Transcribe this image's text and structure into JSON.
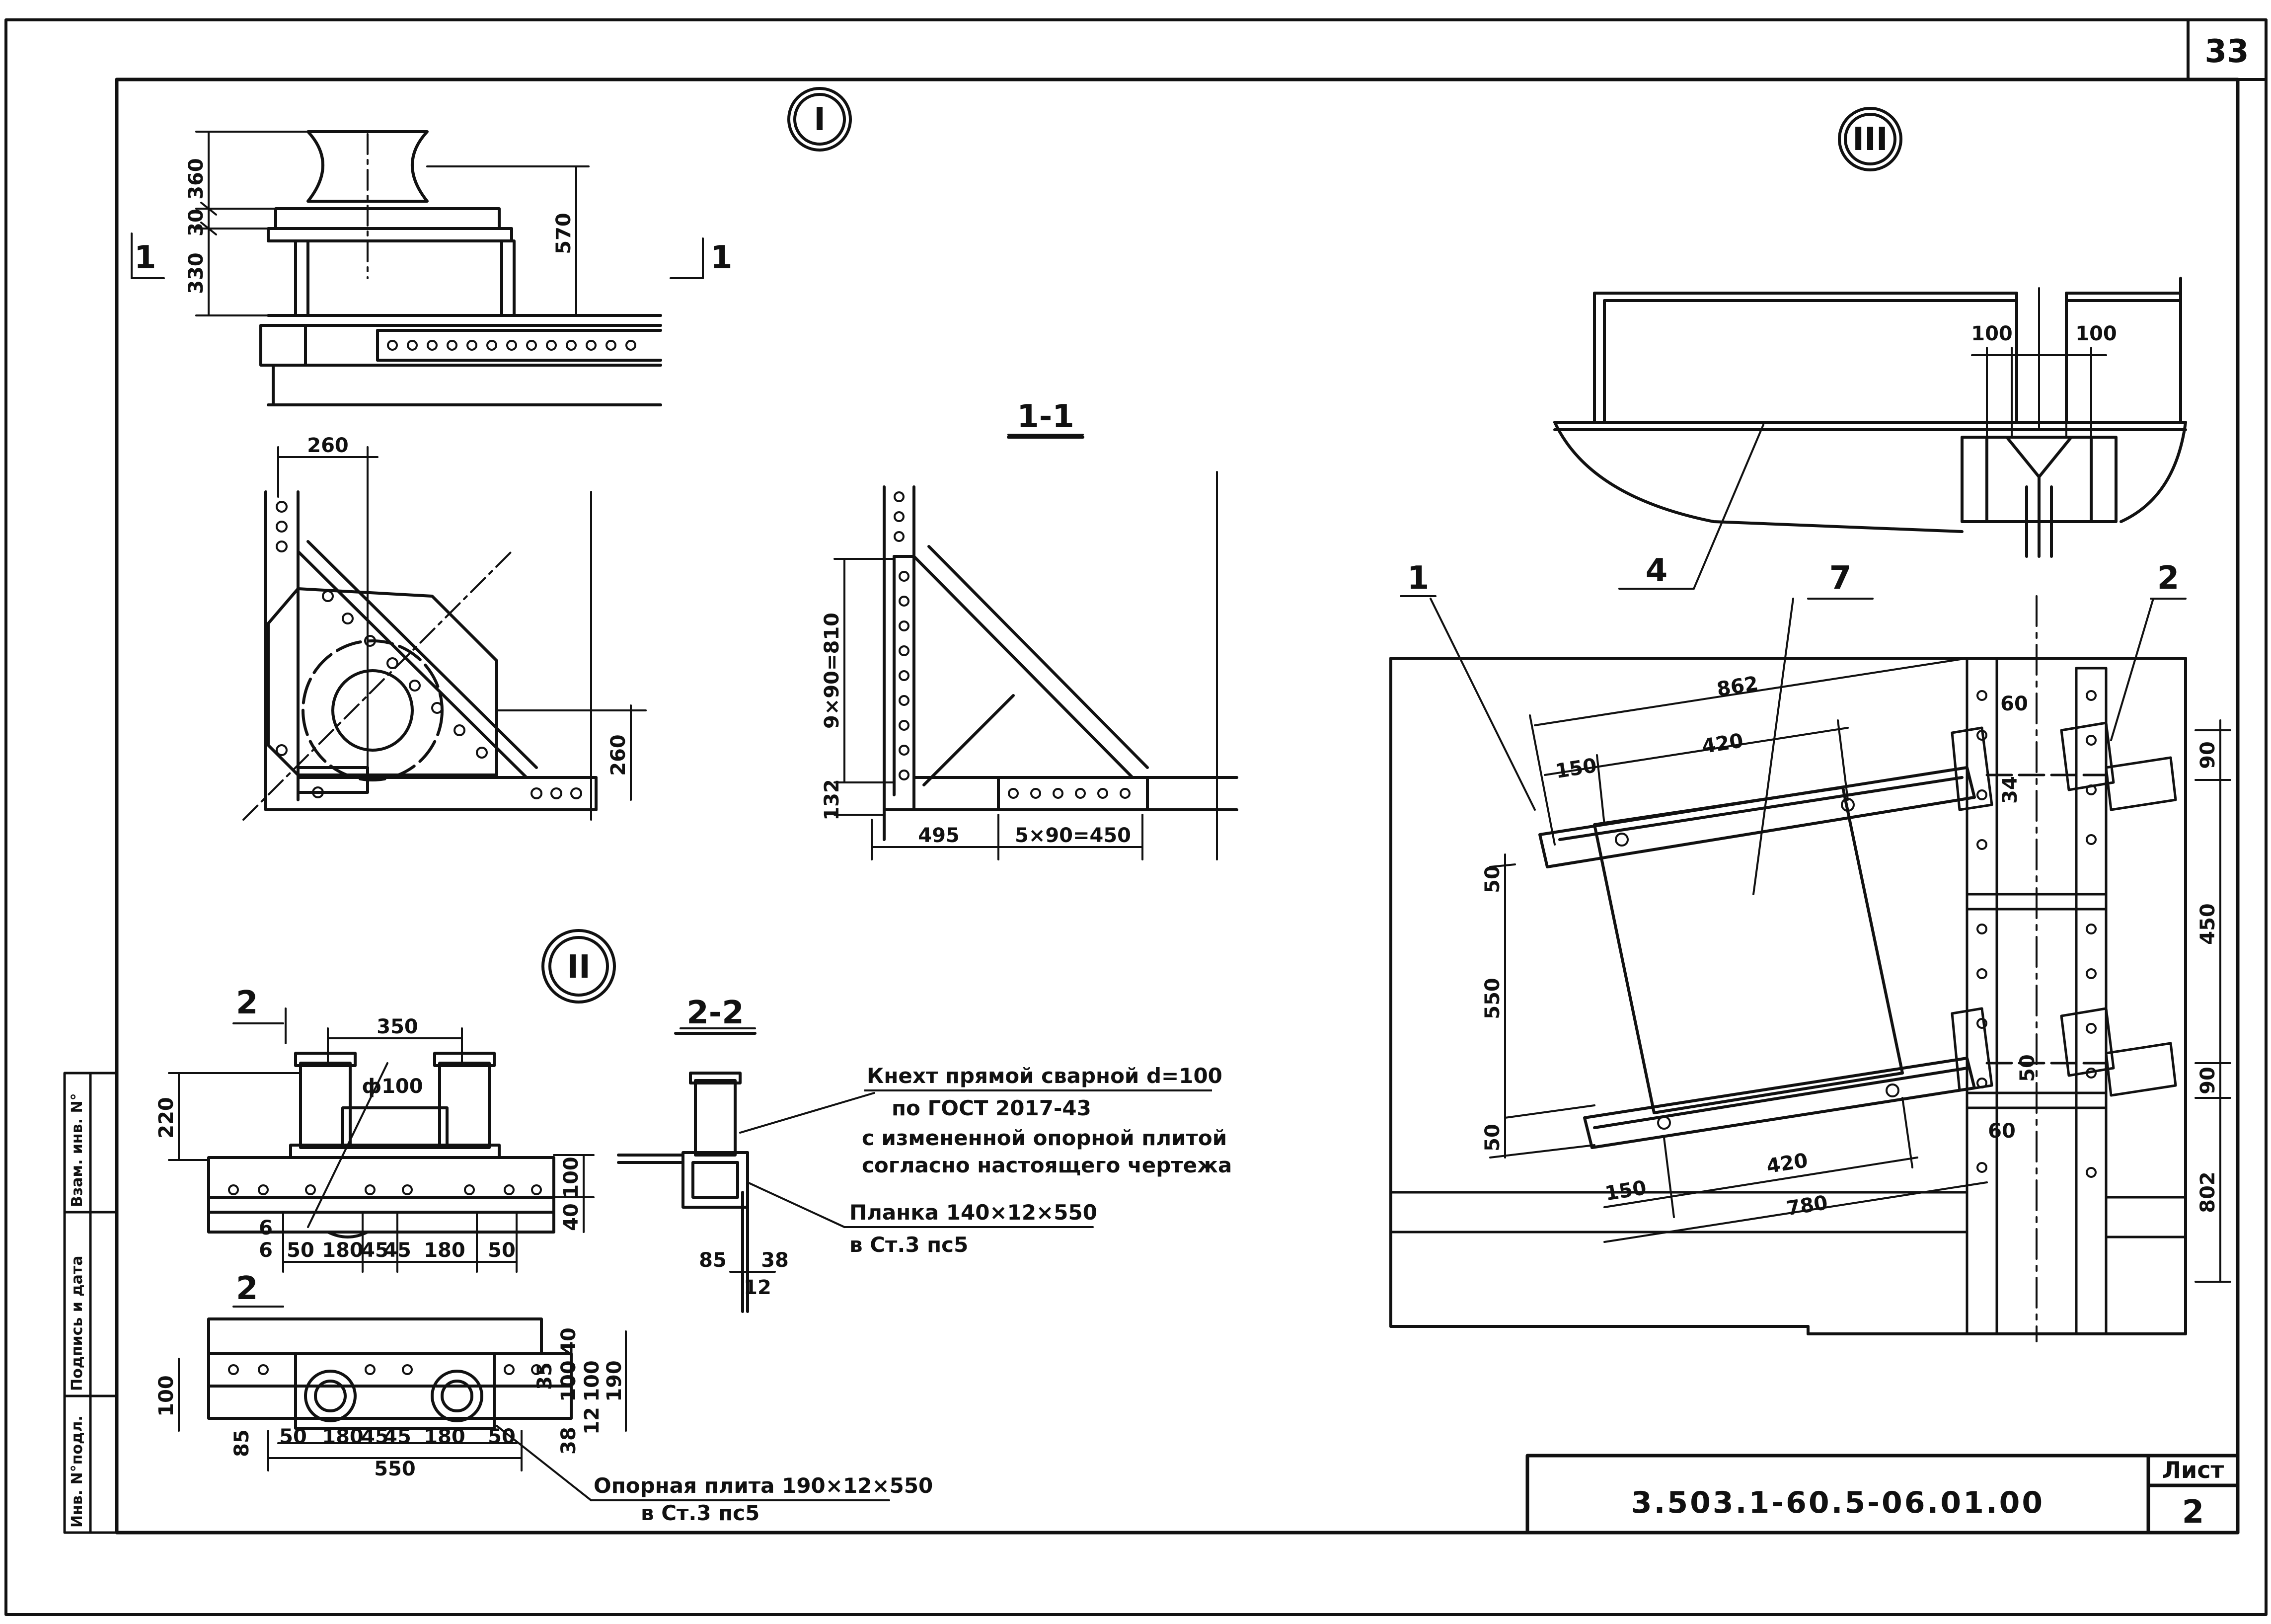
{
  "sheet": {
    "page_number": "33",
    "document_code": "3.503.1-60.5-06.01.00",
    "sheet_label": "Лист",
    "sheet_number": "2",
    "side_stamp": [
      "Инв. N°подл.",
      "Подпись и дата",
      "Взам. инв. N°"
    ]
  },
  "views": {
    "node1": {
      "marker": "I",
      "section_tag": "1",
      "dims_elevation": [
        "360",
        "30",
        "330",
        "570"
      ],
      "dims_plan": [
        "260",
        "260"
      ]
    },
    "section11": {
      "title": "1-1",
      "dims": [
        "9×90=810",
        "132",
        "495",
        "5×90=450"
      ]
    },
    "node2": {
      "marker": "II",
      "section_tag": "2",
      "section_tag_lower": "2",
      "dims_top": [
        "350",
        "ф100",
        "220",
        "100",
        "40",
        "6",
        "6",
        "50",
        "180",
        "45",
        "45",
        "180",
        "50"
      ],
      "dims_bottom": [
        "40",
        "100",
        "190",
        "100",
        "35",
        "12",
        "100",
        "85",
        "50",
        "180",
        "45",
        "45",
        "180",
        "50",
        "38",
        "550"
      ]
    },
    "section22": {
      "title": "2-2",
      "dims": [
        "85",
        "38",
        "12"
      ]
    },
    "node3": {
      "marker": "III",
      "dims_top": [
        "100",
        "100"
      ],
      "callouts": [
        "4",
        "1",
        "7",
        "2"
      ],
      "dims_plan": [
        "862",
        "150",
        "420",
        "60",
        "90",
        "34",
        "50",
        "550",
        "450",
        "90",
        "50",
        "50",
        "60",
        "150",
        "420",
        "780",
        "802"
      ]
    }
  },
  "notes": {
    "knecht_line1": "Кнехт прямой сварной d=100",
    "knecht_line2": "по ГОСТ 2017-43",
    "knecht_line3": "с измененной опорной плитой",
    "knecht_line4": "согласно настоящего чертежа",
    "planka_line1": "Планка 140×12×550",
    "planka_line2": "в Ст.3 пс5",
    "plita_line1": "Опорная плита 190×12×550",
    "plita_line2": "в Ст.3 пс5"
  }
}
